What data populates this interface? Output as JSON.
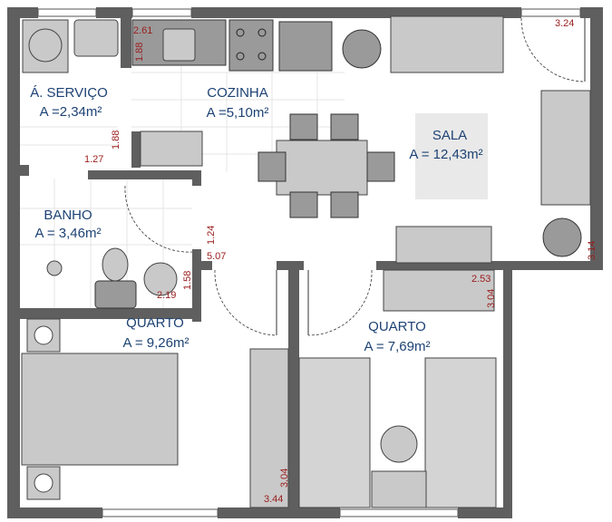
{
  "rooms": {
    "servico": {
      "name": "Á. SERVIÇO",
      "area": "A =2,34m²"
    },
    "cozinha": {
      "name": "COZINHA",
      "area": "A =5,10m²"
    },
    "sala": {
      "name": "SALA",
      "area": "A = 12,43m²"
    },
    "banho": {
      "name": "BANHO",
      "area": "A = 3,46m²"
    },
    "quarto1": {
      "name": "QUARTO",
      "area": "A = 9,26m²"
    },
    "quarto2": {
      "name": "QUARTO",
      "area": "A = 7,69m²"
    }
  },
  "dimensions": {
    "counter_width": "2.61",
    "counter_depth": "1.88",
    "servico_height": "1.88",
    "servico_width": "1.27",
    "hall_width": "1.24",
    "hall_length": "5.07",
    "sala_width": "3.24",
    "sala_depth": "3.14",
    "banho_height": "1.58",
    "banho_width": "2.19",
    "quarto2_width": "2.53",
    "quarto2_depth": "3.04",
    "quarto1_depth": "3.04",
    "quarto1_width": "3.44"
  },
  "colors": {
    "label": "#1d4274",
    "dimension": "#9a1c1c",
    "wall": "#5f5f5f"
  }
}
